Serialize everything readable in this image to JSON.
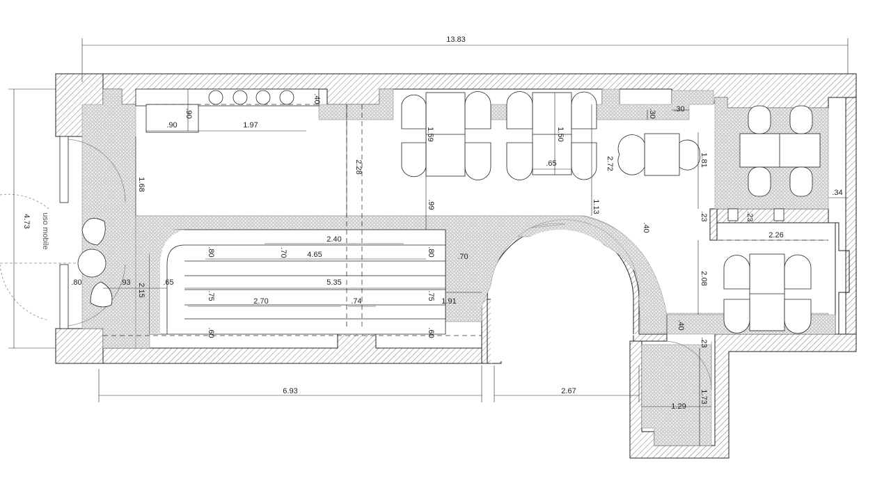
{
  "drawing": {
    "note": "uso mobile"
  },
  "dimensions": {
    "overall_length": "13.83",
    "overall_width": "4.73",
    "front_length": "6.93",
    "arch_width": "2.67",
    "d_90_top": ".90",
    "d_90_left": ".90",
    "d_197": "1.97",
    "d_40_top": ".40",
    "d_228": "2.28",
    "d_159": "1.59",
    "d_150": "1.50",
    "d_65_table": ".65",
    "d_272": "2.72",
    "d_30_a": ".30",
    "d_30_b": ".30",
    "d_181": "1.81",
    "d_34": ".34",
    "d_168": "1.68",
    "d_99": ".99",
    "d_113": "1.13",
    "d_40_mid": ".40",
    "d_23_a": ".23",
    "d_23_b": ".23",
    "d_226": "2.26",
    "d_240": "2.40",
    "d_70_a": ".70",
    "d_80_a": ".80",
    "d_80_b": ".80",
    "d_465": "4.65",
    "d_70_b": ".70",
    "d_80_c": ".80",
    "d_93": ".93",
    "d_215": "2.15",
    "d_65_stair": ".65",
    "d_535": "5.35",
    "d_75_a": ".75",
    "d_75_b": ".75",
    "d_270": "2.70",
    "d_74": ".74",
    "d_191": "1.91",
    "d_60_a": ".60",
    "d_60_b": ".60",
    "d_208": "2.08",
    "d_40_low": ".40",
    "d_23_c": ".23",
    "d_129": "1.29",
    "d_173": "1.73"
  }
}
